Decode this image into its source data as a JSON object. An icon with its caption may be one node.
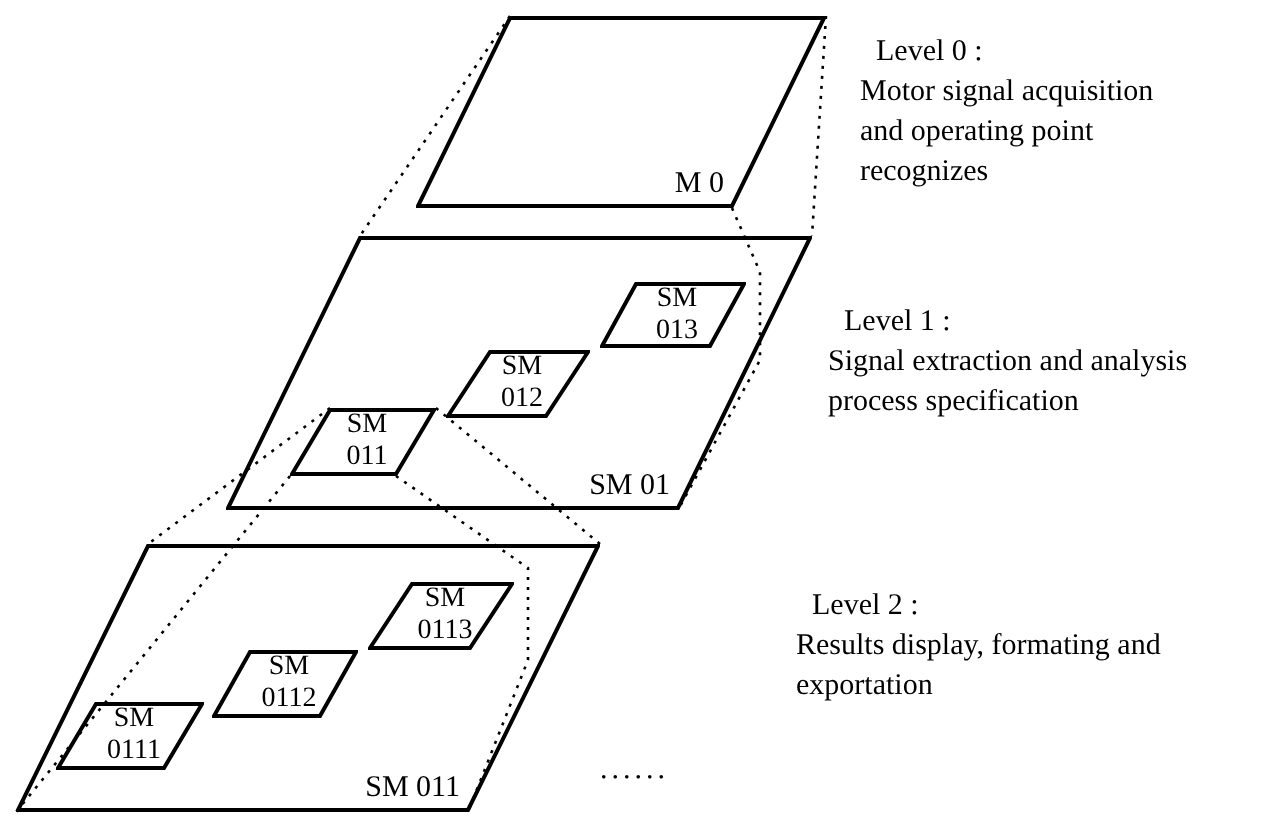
{
  "diagram": {
    "nodes": [
      {
        "text": [
          "M 0"
        ],
        "beside": [
          "Level 0 :",
          "Motor signal acquisition and operating point recognizes"
        ]
      },
      {
        "text": [
          "SM 01"
        ],
        "beside": [
          "Level 1 :",
          "Signal extraction and analysis process specification"
        ]
      },
      {
        "text": [
          "SM 011"
        ],
        "in": 1
      },
      {
        "text": [
          "SM 012"
        ],
        "in": 1
      },
      {
        "text": [
          "SM 013"
        ],
        "in": 1
      },
      {
        "text": [
          "SM 011"
        ],
        "beside": [
          "Level 2 :",
          "Results display, formating and exportation"
        ]
      },
      {
        "text": [
          "SM 0111"
        ],
        "in": 5
      },
      {
        "text": [
          "SM 0112"
        ],
        "in": 5
      },
      {
        "text": [
          "SM 0113"
        ],
        "in": 5
      }
    ],
    "edges": [
      {
        "from": 0,
        "to": 1,
        "arrow": "none",
        "style": "dashed"
      },
      {
        "from": 0,
        "to": 1,
        "arrow": "none",
        "style": "dashed"
      },
      {
        "from": 0,
        "to": 1,
        "arrow": "none",
        "style": "dashed"
      },
      {
        "from": 2,
        "to": 5,
        "arrow": "none",
        "style": "dashed"
      },
      {
        "from": 2,
        "to": 5,
        "arrow": "none",
        "style": "dashed"
      },
      {
        "from": 2,
        "to": 5,
        "arrow": "none",
        "style": "dashed"
      },
      {
        "from": 2,
        "to": 5,
        "arrow": "none",
        "style": "dashed"
      }
    ],
    "labels": [
      "......"
    ]
  }
}
